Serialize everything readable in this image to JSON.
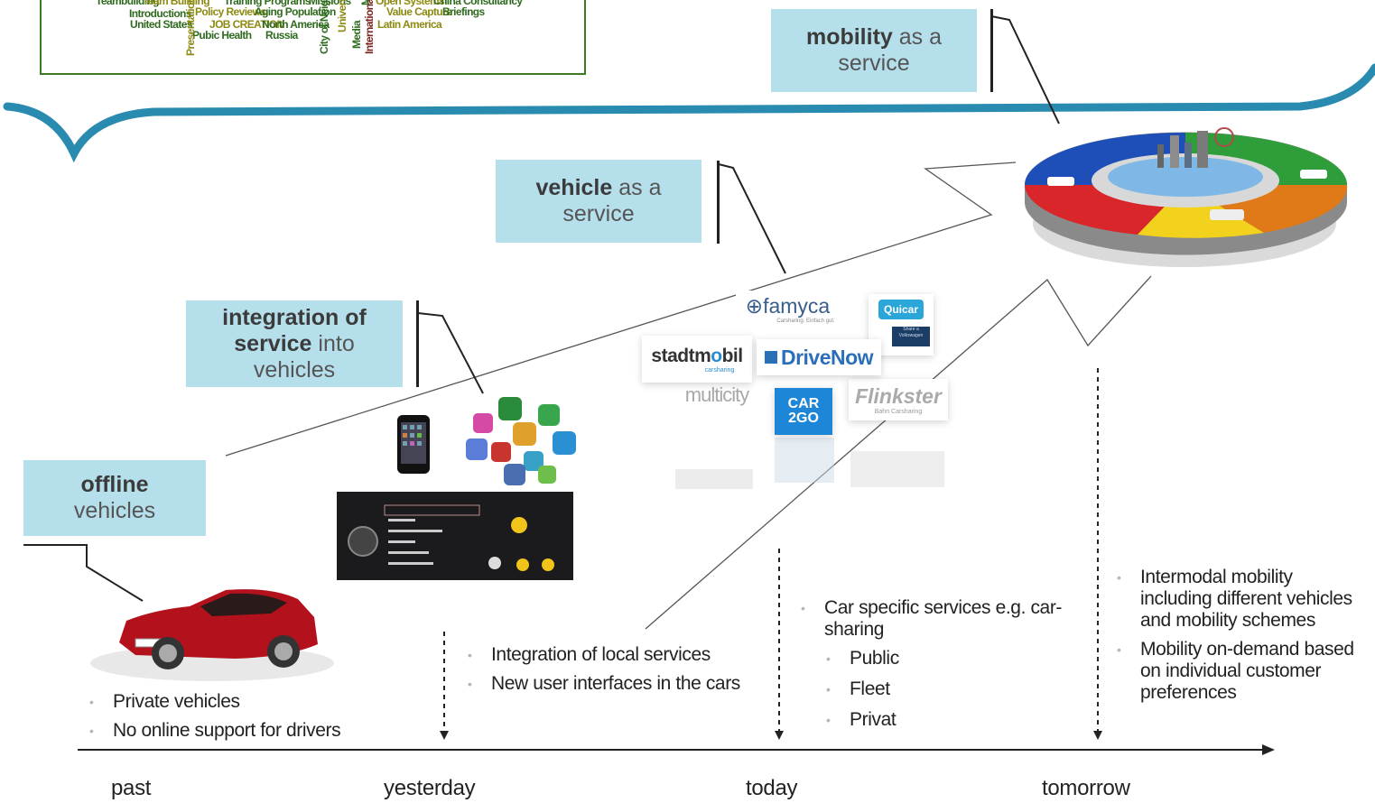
{
  "word_cloud": {
    "words": [
      {
        "text": "Teambuilding",
        "color": "g"
      },
      {
        "text": "Team Building",
        "color": "o"
      },
      {
        "text": "Training Programs",
        "color": "g"
      },
      {
        "text": "Missions",
        "color": "g"
      },
      {
        "text": "Open Systems",
        "color": "o"
      },
      {
        "text": "China Consultancy",
        "color": "g"
      },
      {
        "text": "Introductions",
        "color": "g"
      },
      {
        "text": "Policy Reviews",
        "color": "o"
      },
      {
        "text": "Aging Population",
        "color": "g"
      },
      {
        "text": "Value Capture",
        "color": "o"
      },
      {
        "text": "Briefings",
        "color": "g"
      },
      {
        "text": "United States",
        "color": "g"
      },
      {
        "text": "JOB CREATION",
        "color": "o"
      },
      {
        "text": "North America",
        "color": "g"
      },
      {
        "text": "Latin America",
        "color": "o"
      },
      {
        "text": "Pubic Health",
        "color": "g"
      },
      {
        "text": "Russia",
        "color": "g"
      },
      {
        "text": "Presentations",
        "color": "o"
      },
      {
        "text": "City of Neigh",
        "color": "g"
      },
      {
        "text": "Universa",
        "color": "o"
      },
      {
        "text": "Media",
        "color": "g"
      },
      {
        "text": "International Re",
        "color": "r"
      },
      {
        "text": "M",
        "color": "g"
      }
    ]
  },
  "stages": {
    "mobility": {
      "bold": "mobility",
      "rest": " as a",
      "line2": "service"
    },
    "vehicle": {
      "bold": "vehicle",
      "rest": " as a",
      "line2": "service"
    },
    "integration": {
      "bold1": "integration of",
      "bold2": "service",
      "rest2": " into",
      "line3": "vehicles"
    },
    "offline": {
      "bold": "offline",
      "line2": "vehicles"
    }
  },
  "logos": {
    "flinkster_sub": "Bahn Carsharing",
    "quicar_sub": "Share a Volkswagen",
    "famyca": "famyca",
    "famyca_sub": "Carsharing. Einfach gut.",
    "quicar": "Quicar",
    "stadtmobil_a": "stadtm",
    "stadtmobil_b": "o",
    "stadtmobil_c": "bil",
    "stadtmobil_sub": "carsharing",
    "drivenow": "DriveNow",
    "multicity": "multicity",
    "car2go_1": "CAR",
    "car2go_2": "2GO",
    "flinkster": "Flinkster"
  },
  "columns": {
    "past": [
      "Private vehicles",
      "No online support for drivers"
    ],
    "yesterday": [
      "Integration of local services",
      "New user interfaces in the cars"
    ],
    "today": {
      "main": "Car specific services e.g. car-sharing",
      "subs": [
        "Public",
        "Fleet",
        "Privat"
      ]
    },
    "tomorrow": [
      "Intermodal mobility including different vehicles and mobility schemes",
      "Mobility on-demand based on individual customer preferences"
    ]
  },
  "timeline": {
    "past": "past",
    "yesterday": "yesterday",
    "today": "today",
    "tomorrow": "tomorrow"
  },
  "colors": {
    "curve": "#2a8bb0",
    "box": "#b6dfec",
    "cloud_border": "#3d7a26",
    "car": "#b3121c"
  }
}
